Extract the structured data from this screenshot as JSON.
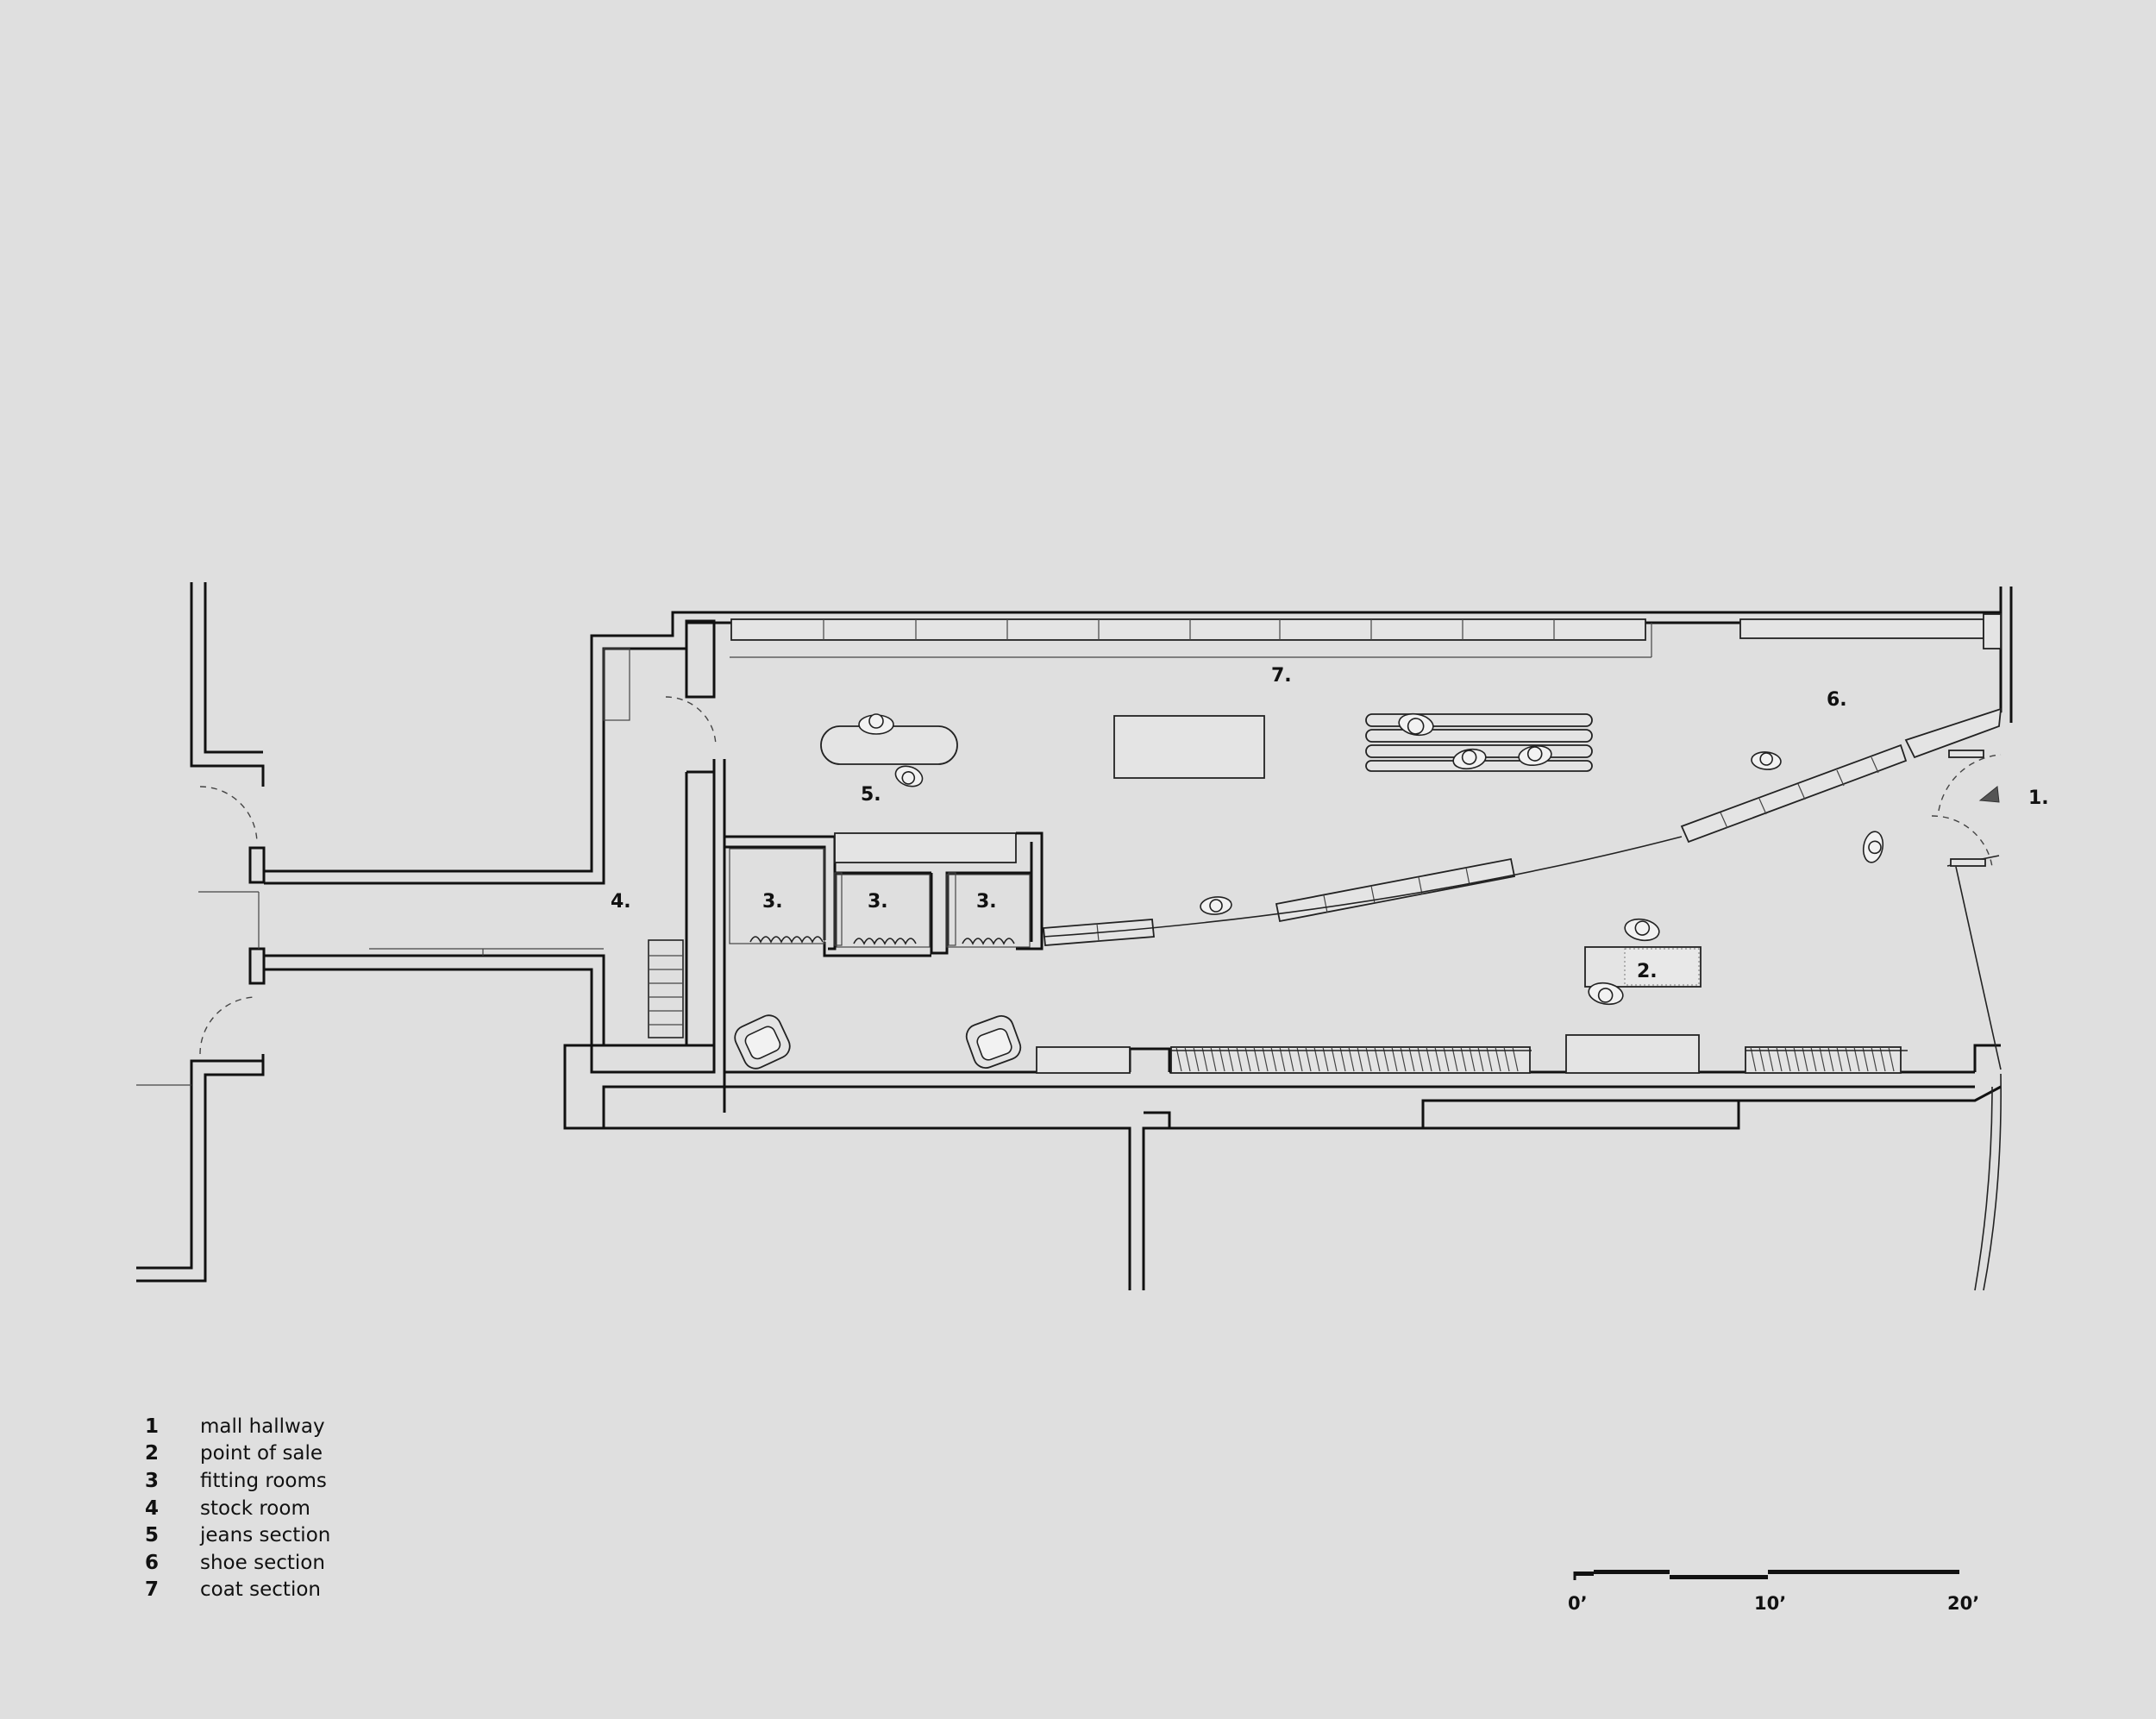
{
  "plan": {
    "room_labels": [
      {
        "id": "mall-hallway",
        "text": "1."
      },
      {
        "id": "point-of-sale",
        "text": "2."
      },
      {
        "id": "fitting-room-a",
        "text": "3."
      },
      {
        "id": "fitting-room-b",
        "text": "3."
      },
      {
        "id": "fitting-room-c",
        "text": "3."
      },
      {
        "id": "stock-room",
        "text": "4."
      },
      {
        "id": "jeans-section",
        "text": "5."
      },
      {
        "id": "shoe-section",
        "text": "6."
      },
      {
        "id": "coat-section",
        "text": "7."
      }
    ]
  },
  "legend": {
    "items": [
      {
        "num": "1",
        "label": "mall hallway"
      },
      {
        "num": "2",
        "label": "point of sale"
      },
      {
        "num": "3",
        "label": "fitting rooms"
      },
      {
        "num": "4",
        "label": "stock room"
      },
      {
        "num": "5",
        "label": "jeans section"
      },
      {
        "num": "6",
        "label": "shoe section"
      },
      {
        "num": "7",
        "label": "coat section"
      }
    ]
  },
  "scale_bar": {
    "labels": [
      "0’",
      "10’",
      "20’"
    ]
  }
}
